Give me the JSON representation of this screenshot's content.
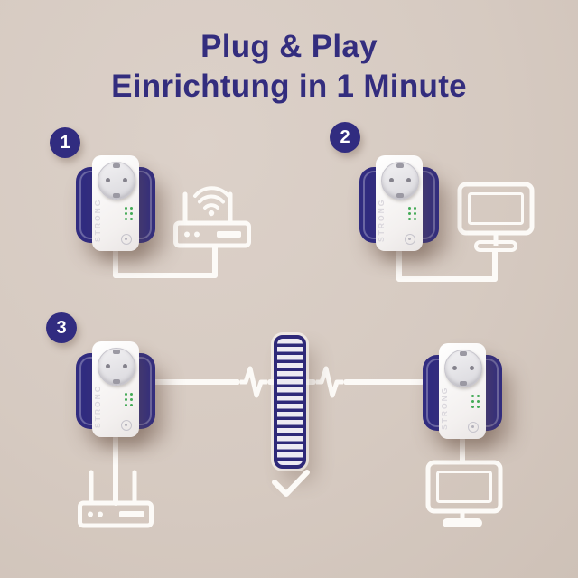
{
  "title": {
    "line1": "Plug & Play",
    "line2": "Einrichtung in 1 Minute"
  },
  "steps": [
    {
      "number": "1"
    },
    {
      "number": "2"
    },
    {
      "number": "3"
    }
  ],
  "adapter": {
    "brand": "STRONG"
  },
  "icon_names": [
    "powerline-adapter",
    "wall-socket-plate",
    "wifi-router-icon",
    "router-icon",
    "monitor-icon",
    "wall-barrier-icon",
    "power-pulse-icon",
    "checkmark-icon",
    "step-badge"
  ],
  "colors": {
    "bg": "#d6cac1",
    "navy": "#312c80",
    "title_text": "#332d7e",
    "icon_white": "#fcfaf7",
    "led_green": "#43aa56",
    "wall_fill": "#eceaf2",
    "socket_gray": "#e7e6e9"
  }
}
